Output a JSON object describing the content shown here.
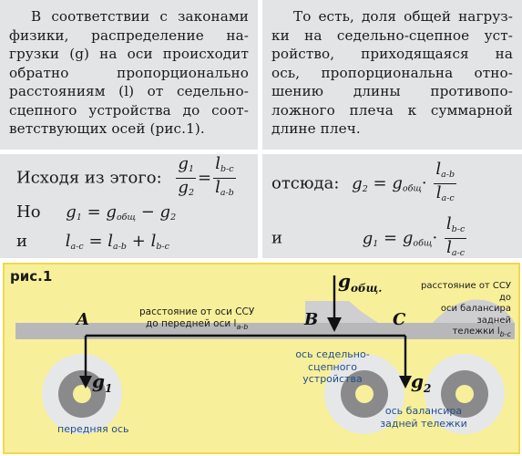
{
  "block1": {
    "lines": [
      "В соответствии с законами",
      "физики, распределение на-",
      "грузки (g) на оси происходит",
      "обратно пропорционально",
      "расстояниям (l) от седельно-",
      "сцепного устройства до соот-",
      "ветствующих осей (рис.1)."
    ]
  },
  "block2": {
    "lines": [
      "То есть, доля общей нагруз-",
      "ки на седельно-сцепное уст-",
      "ройство, приходящаяся на",
      "ось, пропорциональна отно-",
      "шению длины противопо-",
      "ложного плеча к суммарной",
      "длине плеч."
    ]
  },
  "formulas_left": {
    "intro": "Исходя из этого:",
    "f1": {
      "g1": "g",
      "g1_sub": "1",
      "g2": "g",
      "g2_sub": "2",
      "eq": "=",
      "l_num": "l",
      "l_num_sub": "b-c",
      "l_den": "l",
      "l_den_sub": "a-b"
    },
    "but": "Но",
    "f2": {
      "lhs": "g",
      "lhs_sub": "1",
      "eq": "=",
      "a": "g",
      "a_sub": "общ",
      "op": "−",
      "b": "g",
      "b_sub": "2"
    },
    "and": "и",
    "f3": {
      "lhs": "l",
      "lhs_sub": "a-c",
      "eq": "=",
      "a": "l",
      "a_sub": "a-b",
      "op": "+",
      "b": "l",
      "b_sub": "b-c"
    }
  },
  "formulas_right": {
    "hence": "отсюда:",
    "f4": {
      "lhs": "g",
      "lhs_sub": "2",
      "eq": "=",
      "g": "g",
      "g_sub": "общ",
      "dot": "·",
      "l_num": "l",
      "l_num_sub": "a-b",
      "l_den": "l",
      "l_den_sub": "a-c"
    },
    "and": "и",
    "f5": {
      "lhs": "g",
      "lhs_sub": "1",
      "eq": "=",
      "g": "g",
      "g_sub": "общ",
      "dot": "·",
      "l_num": "l",
      "l_num_sub": "b-c",
      "l_den": "l",
      "l_den_sub": "a-c"
    }
  },
  "figure": {
    "title": "рис.1",
    "point_a": "A",
    "point_b": "B",
    "point_c": "C",
    "g_total": "g",
    "g_total_sub": "общ.",
    "g1": "g",
    "g1_sub": "1",
    "g2": "g",
    "g2_sub": "2",
    "dist_front_l1": "расстояние от оси ССУ",
    "dist_front_l2": "до передней оси l",
    "dist_front_sub": "a-b",
    "dist_rear_l1": "расстояние от ССУ до",
    "dist_rear_l2": "оси балансира задней",
    "dist_rear_l3": "тележки l",
    "dist_rear_sub": "b-c",
    "coupling_l1": "ось седельно-",
    "coupling_l2": "сцепного",
    "coupling_l3": "устройства",
    "front_axle": "передняя ось",
    "rear_l1": "ось балансира",
    "rear_l2": "задней тележки",
    "colors": {
      "background": "#f8ef9a",
      "border": "#f1d94a",
      "blue_text": "#1f4e8a",
      "frame": "#b8b8ba",
      "wheel_outer": "#e6e7e8",
      "wheel_hub": "#8a8a8c"
    }
  }
}
